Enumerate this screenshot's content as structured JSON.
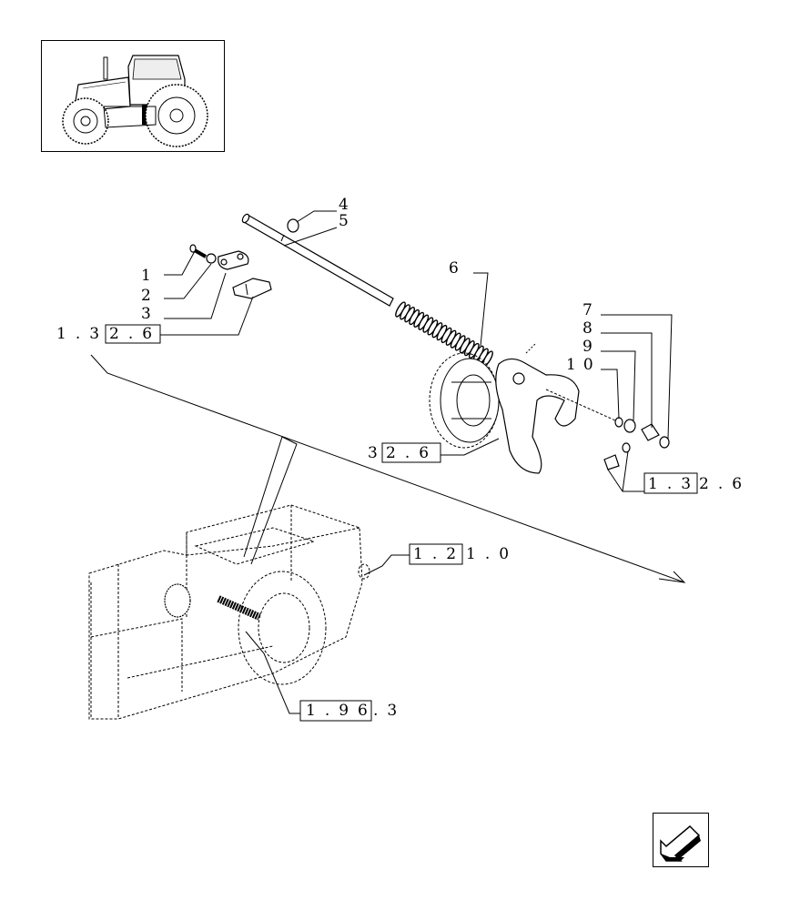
{
  "thumbnail": {
    "icon": "tractor-locator-icon"
  },
  "callouts": [
    {
      "id": "c1",
      "text": "1"
    },
    {
      "id": "c2",
      "text": "2"
    },
    {
      "id": "c3",
      "text": "3"
    },
    {
      "id": "c4",
      "text": "4"
    },
    {
      "id": "c5",
      "text": "5"
    },
    {
      "id": "c6",
      "text": "6"
    },
    {
      "id": "c7",
      "text": "7"
    },
    {
      "id": "c8",
      "text": "8"
    },
    {
      "id": "c9",
      "text": "9"
    },
    {
      "id": "c10",
      "text": "10"
    }
  ],
  "references": {
    "r1": {
      "pre": "1.3",
      "boxed": "2.6",
      "post": ""
    },
    "r2": {
      "pre": "3",
      "boxed": "2.6",
      "post": ""
    },
    "r3": {
      "pre": "",
      "boxed": "1.3",
      "post": "2.6"
    },
    "r4": {
      "pre": "",
      "boxed": "1.2",
      "post": "1.0"
    },
    "r5": {
      "pre": "",
      "boxed": "1.96",
      "post": ".3"
    }
  },
  "navigation": {
    "icon": "back-arrow-icon"
  }
}
